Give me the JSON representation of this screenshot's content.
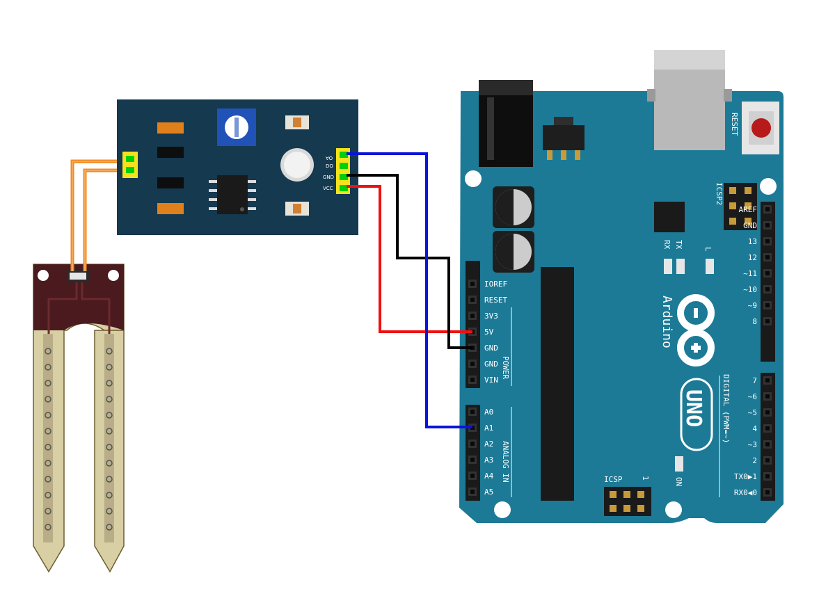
{
  "sensor_module": {
    "pins": [
      "AO",
      "DO",
      "GND",
      "VCC"
    ]
  },
  "arduino": {
    "brand": "Arduino",
    "model": "UNO",
    "reset_label": "RESET",
    "icsp2_label": "ICSP2",
    "icsp_label": "ICSP",
    "icsp_pin1": "1",
    "led_rx": "RX",
    "led_tx": "TX",
    "led_l": "L",
    "on_label": "ON",
    "power_header": [
      "IOREF",
      "RESET",
      "3V3",
      "5V",
      "GND",
      "GND",
      "VIN"
    ],
    "power_title": "POWER",
    "analog_header": [
      "A0",
      "A1",
      "A2",
      "A3",
      "A4",
      "A5"
    ],
    "analog_title": "ANALOG IN",
    "digital_top": [
      "AREF",
      "GND",
      "13",
      "12",
      "~11",
      "~10",
      "~9",
      "8"
    ],
    "digital_bottom": [
      "7",
      "~6",
      "~5",
      "4",
      "~3",
      "2",
      "TX0▶1",
      "RX0◀0"
    ],
    "digital_title": "DIGITAL (PWM=~)"
  },
  "wires": [
    {
      "from": "VCC",
      "to": "5V",
      "color": "#ee1111"
    },
    {
      "from": "GND",
      "to": "GND",
      "color": "#000000"
    },
    {
      "from": "AO",
      "to": "A1",
      "color": "#0a14d8"
    },
    {
      "from": "probe",
      "to": "sensor input",
      "color": "#f28a1e"
    }
  ],
  "colors": {
    "board": "#1c7a96",
    "module": "#15394f",
    "header_yellow": "#f4e21c"
  }
}
